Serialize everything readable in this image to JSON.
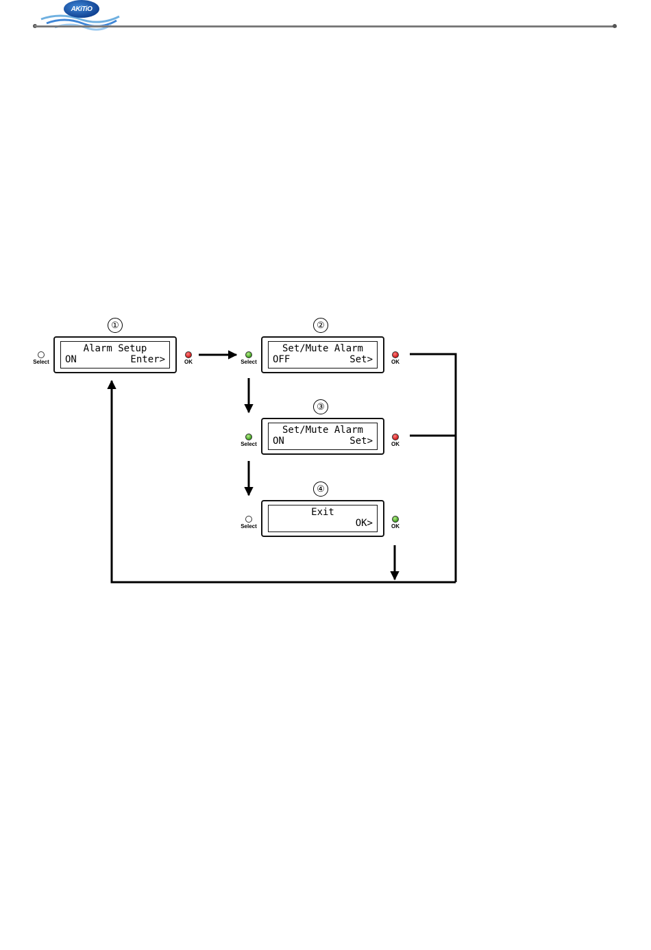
{
  "header": {
    "logo_text": "AKiTiO"
  },
  "diagram": {
    "steps": [
      {
        "number": "①",
        "line1": "Alarm Setup",
        "left": "ON",
        "right": "Enter>",
        "select_led": "off",
        "ok_led": "red"
      },
      {
        "number": "②",
        "line1": "Set/Mute Alarm",
        "left": "OFF",
        "right": "Set>",
        "select_led": "green",
        "ok_led": "red"
      },
      {
        "number": "③",
        "line1": "Set/Mute Alarm",
        "left": "ON",
        "right": "Set>",
        "select_led": "green",
        "ok_led": "red"
      },
      {
        "number": "④",
        "line1": "Exit",
        "left": "",
        "right": "OK>",
        "select_led": "off",
        "ok_led": "green"
      }
    ],
    "select_label": "Select",
    "ok_label": "OK",
    "colors": {
      "led_red": "#d01818",
      "led_green": "#3c9d1e",
      "line": "#000000"
    }
  }
}
